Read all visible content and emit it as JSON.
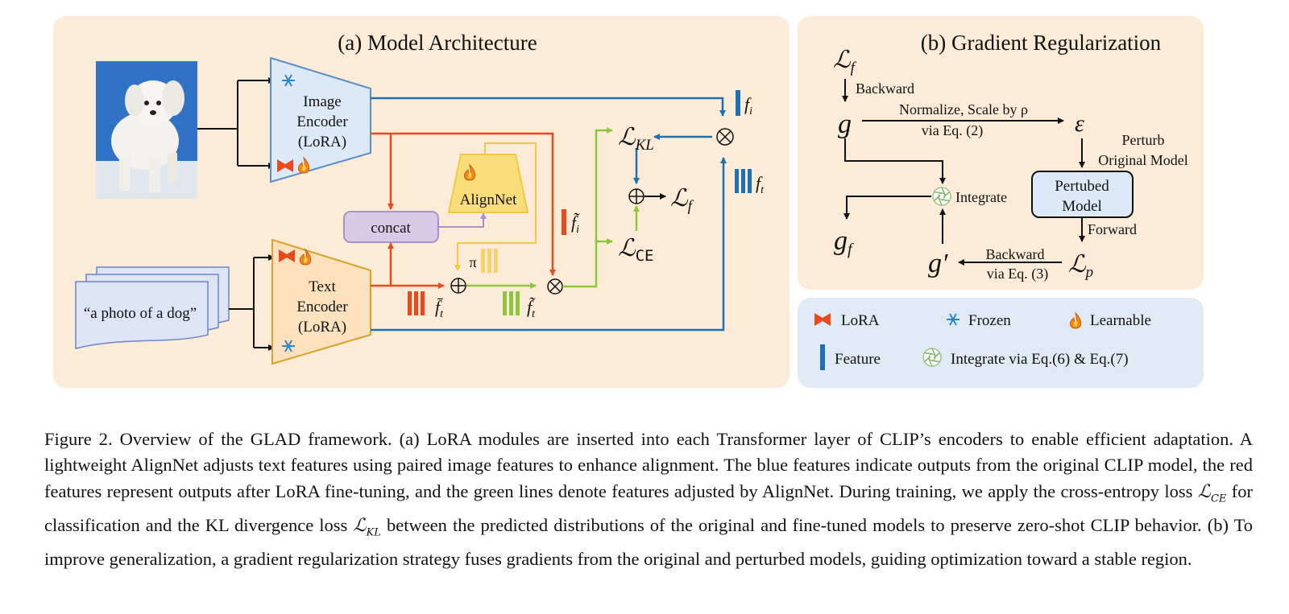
{
  "panel_a": {
    "title": "(a) Model Architecture",
    "image_encoder": [
      "Image",
      "Encoder",
      "(LoRA)"
    ],
    "text_encoder": [
      "Text",
      "Encoder",
      "(LoRA)"
    ],
    "text_prompt": "“a photo of a dog”",
    "concat": "concat",
    "alignnet": "AlignNet",
    "pi": "π",
    "loss_kl": "KL",
    "loss_ce": "CE",
    "loss_f": "f",
    "feat_i": "i",
    "feat_t": "t"
  },
  "panel_b": {
    "title": "(b) Gradient Regularization",
    "backward": "Backward",
    "normalize": "Normalize, Scale by ρ",
    "via_eq2": "via Eq. (2)",
    "perturb": [
      "Perturb",
      "Original Model"
    ],
    "perturbed_model": [
      "Pertubed",
      "Model"
    ],
    "integrate": "Integrate",
    "forward": "Forward",
    "backward2": "Backward",
    "via_eq3": "via Eq. (3)",
    "g": "g",
    "eps": "ε",
    "g_prime": "g′",
    "gf_sub": "f",
    "lp_sub": "p",
    "lf_sub": "f"
  },
  "legend": {
    "lora": "LoRA",
    "frozen": "Frozen",
    "learnable": "Learnable",
    "feature": "Feature",
    "integrate": "Integrate via Eq.(6) & Eq.(7)"
  },
  "caption": {
    "p1": "Figure 2. Overview of the GLAD framework. (a) LoRA modules are inserted into each Transformer layer of CLIP’s encoders to enable efficient adaptation. A lightweight AlignNet adjusts text features using paired image features to enhance alignment. The blue features indicate outputs from the original CLIP model, the red features represent outputs after LoRA fine-tuning, and the green lines denote features adjusted by AlignNet. During training, we apply the cross-entropy loss ",
    "ce_sub": "CE",
    "p2": " for classification and the KL divergence loss ",
    "kl_sub": "KL",
    "p3": " between the predicted distributions of the original and fine-tuned models to preserve zero-shot CLIP behavior. (b) To improve generalization, a gradient regularization strategy fuses gradients from the original and perturbed models, guiding optimization toward a stable region."
  },
  "colors": {
    "panel_a_bg": "#fcebd6",
    "panel_b_bg": "#fcebd6",
    "legend_bg": "#dfeaf4",
    "blue": "#1f6fb4",
    "red": "#e8491d",
    "green": "#8cc63f",
    "yellow": "#f5d36a",
    "purple": "#c9b8dd",
    "image_enc": "#dce9f8",
    "text_enc": "#fbe1bd"
  }
}
